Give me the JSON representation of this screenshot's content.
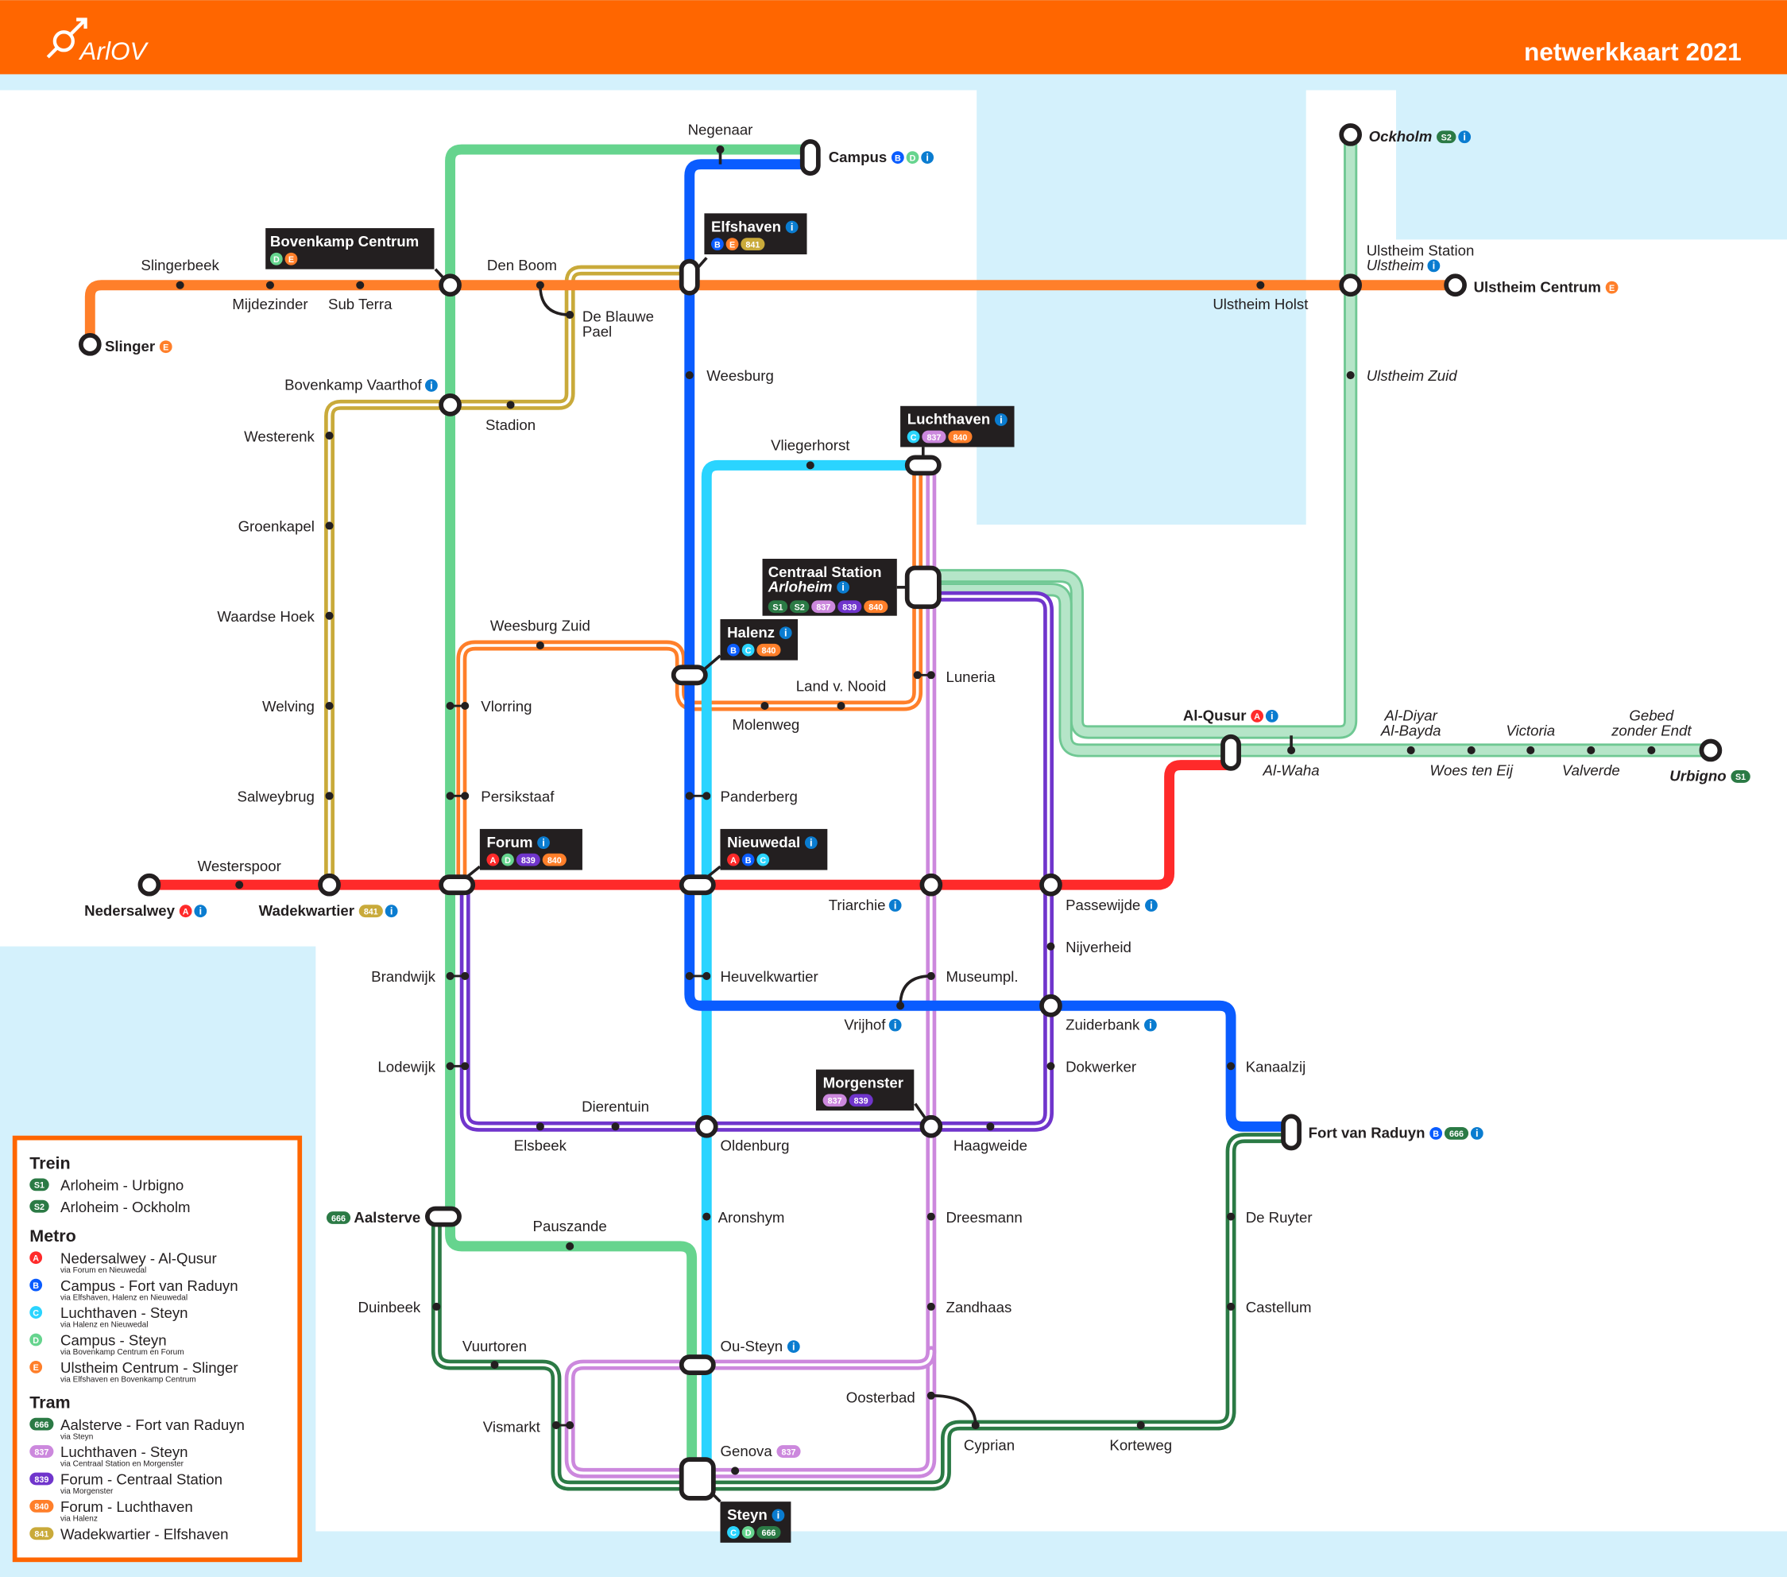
{
  "header": {
    "logo": "ArlOV",
    "title": "netwerkkaart 2021"
  },
  "colors": {
    "header": "#FF6600",
    "water": "#D4F1FC",
    "land": "#FFFFFF",
    "station_box": "#231F20",
    "info": "#0A7CD0"
  },
  "lines": {
    "S1": {
      "color": "#B5E5C8",
      "edge": "#6FC893",
      "badge": "#2B7A45",
      "label": "S1"
    },
    "S2": {
      "color": "#B5E5C8",
      "edge": "#6FC893",
      "badge": "#2B7A45",
      "label": "S2"
    },
    "A": {
      "color": "#FF2A2A",
      "label": "A"
    },
    "B": {
      "color": "#0A5CFF",
      "label": "B"
    },
    "C": {
      "color": "#2AD4FF",
      "label": "C"
    },
    "D": {
      "color": "#66D48E",
      "label": "D"
    },
    "E": {
      "color": "#FF7F2A",
      "label": "E"
    },
    "666": {
      "color": "#2B7A45",
      "label": "666"
    },
    "837": {
      "color": "#CC88DD",
      "label": "837"
    },
    "839": {
      "color": "#7035CC",
      "label": "839"
    },
    "840": {
      "color": "#FF7F2A",
      "label": "840"
    },
    "841": {
      "color": "#C9AA3A",
      "label": "841"
    },
    "info": {
      "color": "#0A7CD0",
      "label": "i"
    }
  },
  "stations": {
    "negenaar": {
      "name": "Negenaar"
    },
    "campus": {
      "name": "Campus",
      "badges": [
        "B",
        "D",
        "info"
      ]
    },
    "slingerbeek": {
      "name": "Slingerbeek"
    },
    "mijdezinder": {
      "name": "Mijdezinder"
    },
    "subterra": {
      "name": "Sub Terra"
    },
    "slinger": {
      "name": "Slinger",
      "badges": [
        "E"
      ]
    },
    "bovenkampcentrum": {
      "name": "Bovenkamp Centrum",
      "badges": [
        "D",
        "E"
      ]
    },
    "denboom": {
      "name": "Den Boom"
    },
    "deblauwepael": {
      "name": "De Blauwe",
      "sub": "Pael"
    },
    "elfshaven": {
      "name": "Elfshaven",
      "badges": [
        "B",
        "E",
        "841"
      ],
      "info": true
    },
    "ulstheimholst": {
      "name": "Ulstheim Holst"
    },
    "ulstheimstation": {
      "name": "Ulstheim Station",
      "sub": "Ulstheim",
      "subbadges": [
        "info"
      ]
    },
    "ulstheimcentrum": {
      "name": "Ulstheim Centrum",
      "badges": [
        "E"
      ]
    },
    "ulstheimzuid": {
      "name": "Ulstheim Zuid"
    },
    "ockholm": {
      "name": "Ockholm",
      "badges": [
        "S2",
        "info"
      ]
    },
    "bovenkampvaarthof": {
      "name": "Bovenkamp Vaarthof",
      "badges": [
        "info"
      ]
    },
    "stadion": {
      "name": "Stadion"
    },
    "westerenk": {
      "name": "Westerenk"
    },
    "groenkapel": {
      "name": "Groenkapel"
    },
    "waardsehoek": {
      "name": "Waardse Hoek"
    },
    "welving": {
      "name": "Welving"
    },
    "salweybrug": {
      "name": "Salweybrug"
    },
    "weesburg": {
      "name": "Weesburg"
    },
    "vliegerhorst": {
      "name": "Vliegerhorst"
    },
    "luchthaven": {
      "name": "Luchthaven",
      "badges": [
        "C",
        "837",
        "840"
      ],
      "info": true
    },
    "centraal": {
      "name": "Centraal Station",
      "sub": "Arloheim",
      "badges": [
        "S1",
        "S2",
        "837",
        "839",
        "840"
      ],
      "info": true
    },
    "weesburgzuid": {
      "name": "Weesburg Zuid"
    },
    "halenz": {
      "name": "Halenz",
      "badges": [
        "B",
        "C",
        "840"
      ],
      "info": true
    },
    "landvnooid": {
      "name": "Land v. Nooid"
    },
    "molenweg": {
      "name": "Molenweg"
    },
    "luneria": {
      "name": "Luneria"
    },
    "vlorring": {
      "name": "Vlorring"
    },
    "persikstaaf": {
      "name": "Persikstaaf"
    },
    "panderberg": {
      "name": "Panderberg"
    },
    "forum": {
      "name": "Forum",
      "badges": [
        "A",
        "D",
        "839",
        "840"
      ],
      "info": true
    },
    "nieuwedal": {
      "name": "Nieuwedal",
      "badges": [
        "A",
        "B",
        "C"
      ],
      "info": true
    },
    "westerspoor": {
      "name": "Westerspoor"
    },
    "nedersalwey": {
      "name": "Nedersalwey",
      "badges": [
        "A",
        "info"
      ]
    },
    "wadekwartier": {
      "name": "Wadekwartier",
      "badges": [
        "841",
        "info"
      ]
    },
    "triarchie": {
      "name": "Triarchie",
      "badges": [
        "info"
      ]
    },
    "passewijde": {
      "name": "Passewijde",
      "badges": [
        "info"
      ]
    },
    "alqusur": {
      "name": "Al-Qusur",
      "badges": [
        "A",
        "info"
      ]
    },
    "alwaha": {
      "name": "Al-Waha"
    },
    "aldiyar": {
      "name": "Al-Diyar",
      "sub": "Al-Bayda"
    },
    "woesteneij": {
      "name": "Woes ten Eij"
    },
    "victoria": {
      "name": "Victoria"
    },
    "valverde": {
      "name": "Valverde"
    },
    "gebed": {
      "name": "Gebed",
      "sub": "zonder Endt"
    },
    "urbigno": {
      "name": "Urbigno",
      "badges": [
        "S1"
      ]
    },
    "brandwijk": {
      "name": "Brandwijk"
    },
    "lodewijk": {
      "name": "Lodewijk"
    },
    "heuvelkwartier": {
      "name": "Heuvelkwartier"
    },
    "museumpl": {
      "name": "Museumpl."
    },
    "vrijhof": {
      "name": "Vrijhof",
      "badges": [
        "info"
      ]
    },
    "nijverheid": {
      "name": "Nijverheid"
    },
    "zuiderbank": {
      "name": "Zuiderbank",
      "badges": [
        "info"
      ]
    },
    "dokwerker": {
      "name": "Dokwerker"
    },
    "kanaalzij": {
      "name": "Kanaalzij"
    },
    "fortvanraduyn": {
      "name": "Fort van Raduyn",
      "badges": [
        "B",
        "666",
        "info"
      ]
    },
    "dierentuin": {
      "name": "Dierentuin"
    },
    "elsbeek": {
      "name": "Elsbeek"
    },
    "oldenburg": {
      "name": "Oldenburg"
    },
    "morgenster": {
      "name": "Morgenster",
      "badges": [
        "837",
        "839"
      ]
    },
    "haagweide": {
      "name": "Haagweide"
    },
    "aalsterve": {
      "name": "Aalsterve",
      "prebadges": [
        "666"
      ]
    },
    "pauszande": {
      "name": "Pauszande"
    },
    "aronshym": {
      "name": "Aronshym"
    },
    "dreesmann": {
      "name": "Dreesmann"
    },
    "duinbeek": {
      "name": "Duinbeek"
    },
    "zandhaas": {
      "name": "Zandhaas"
    },
    "deruyter": {
      "name": "De Ruyter"
    },
    "castellum": {
      "name": "Castellum"
    },
    "vuurtoren": {
      "name": "Vuurtoren"
    },
    "ousteyn": {
      "name": "Ou-Steyn",
      "badges": [
        "info"
      ]
    },
    "vismarkt": {
      "name": "Vismarkt"
    },
    "oosterbad": {
      "name": "Oosterbad"
    },
    "cyprian": {
      "name": "Cyprian"
    },
    "korteweg": {
      "name": "Korteweg"
    },
    "genova": {
      "name": "Genova",
      "badges": [
        "837"
      ]
    },
    "steyn": {
      "name": "Steyn",
      "badges": [
        "C",
        "D",
        "666"
      ],
      "info": true
    }
  },
  "legend": {
    "sections": [
      {
        "title": "Trein",
        "items": [
          {
            "badge": "S1",
            "label": "Arloheim - Urbigno"
          },
          {
            "badge": "S2",
            "label": "Arloheim - Ockholm"
          }
        ]
      },
      {
        "title": "Metro",
        "items": [
          {
            "badge": "A",
            "label": "Nedersalwey - Al-Qusur",
            "via": "via Forum en Nieuwedal"
          },
          {
            "badge": "B",
            "label": "Campus - Fort van Raduyn",
            "via": "via Elfshaven, Halenz en Nieuwedal"
          },
          {
            "badge": "C",
            "label": "Luchthaven - Steyn",
            "via": "via Halenz en Nieuwedal"
          },
          {
            "badge": "D",
            "label": "Campus - Steyn",
            "via": "via Bovenkamp Centrum en Forum"
          },
          {
            "badge": "E",
            "label": "Ulstheim Centrum - Slinger",
            "via": "via Elfshaven en Bovenkamp Centrum"
          }
        ]
      },
      {
        "title": "Tram",
        "items": [
          {
            "badge": "666",
            "label": "Aalsterve - Fort van Raduyn",
            "via": "via Steyn"
          },
          {
            "badge": "837",
            "label": "Luchthaven - Steyn",
            "via": "via Centraal Station en Morgenster"
          },
          {
            "badge": "839",
            "label": "Forum - Centraal Station",
            "via": "via Morgenster"
          },
          {
            "badge": "840",
            "label": "Forum - Luchthaven",
            "via": "via Halenz"
          },
          {
            "badge": "841",
            "label": "Wadekwartier - Elfshaven"
          }
        ]
      }
    ]
  }
}
